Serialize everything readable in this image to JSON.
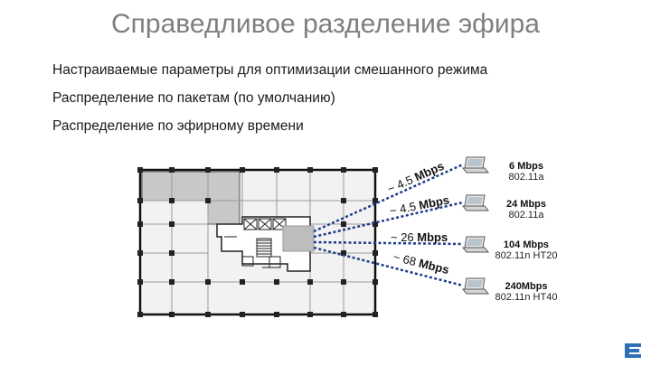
{
  "slide": {
    "title": "Справедливое разделение эфира",
    "bullets": [
      "Настраиваемые параметры для оптимизации смешанного режима",
      "Распределение по пакетам (по умолчанию)",
      "Распределение по эфирному времени"
    ]
  },
  "links": [
    {
      "label_prefix": "~ 4.5 ",
      "label_unit": "Mbps",
      "speed": "6 Mbps",
      "standard": "802.11a"
    },
    {
      "label_prefix": "~ 4.5 ",
      "label_unit": "Mbps",
      "speed": "24 Mbps",
      "standard": "802.11a"
    },
    {
      "label_prefix": "~ 26 ",
      "label_unit": "Mbps",
      "speed": "104 Mbps",
      "standard": "802.11n HT20"
    },
    {
      "label_prefix": "~ 68 ",
      "label_unit": "Mbps",
      "speed": "240Mbps",
      "standard": "802.11n HT40"
    }
  ],
  "colors": {
    "title": "#7f7f7f",
    "link_line": "#1f3a8a",
    "floor_fill": "#f2f2f2",
    "shaded_room": "#c8c8c8",
    "logo": "#2f6fb5"
  },
  "icons": [
    "access-point-icon",
    "laptop-icon",
    "company-logo-icon"
  ]
}
